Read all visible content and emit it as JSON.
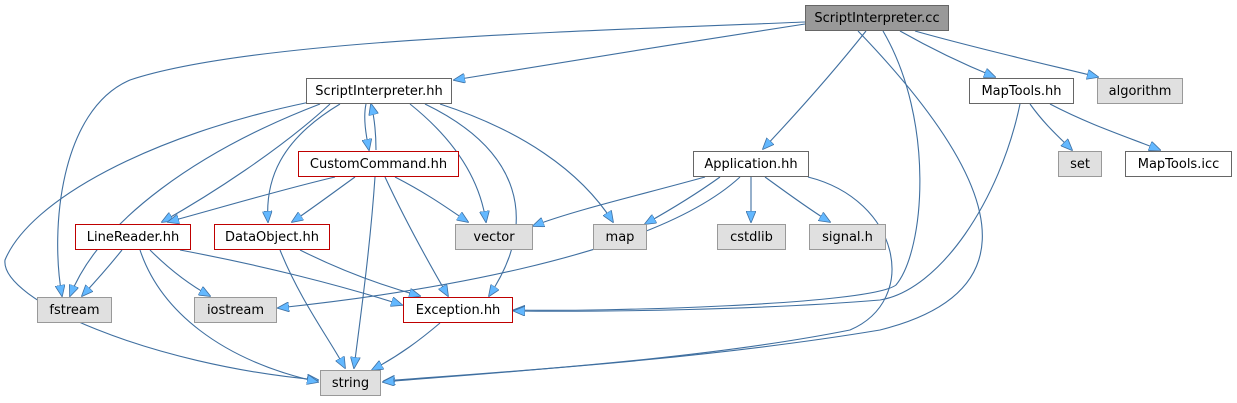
{
  "graph": {
    "nodes": [
      {
        "id": "si_cc",
        "label": "ScriptInterpreter.cc",
        "style": "root"
      },
      {
        "id": "si_hh",
        "label": "ScriptInterpreter.hh",
        "style": "normal"
      },
      {
        "id": "app_hh",
        "label": "Application.hh",
        "style": "normal"
      },
      {
        "id": "maptools_hh",
        "label": "MapTools.hh",
        "style": "normal"
      },
      {
        "id": "algorithm",
        "label": "algorithm",
        "style": "system"
      },
      {
        "id": "custom_hh",
        "label": "CustomCommand.hh",
        "style": "incomplete"
      },
      {
        "id": "set",
        "label": "set",
        "style": "system"
      },
      {
        "id": "maptools_icc",
        "label": "MapTools.icc",
        "style": "normal"
      },
      {
        "id": "linereader_hh",
        "label": "LineReader.hh",
        "style": "incomplete"
      },
      {
        "id": "dataobject_hh",
        "label": "DataObject.hh",
        "style": "incomplete"
      },
      {
        "id": "vector",
        "label": "vector",
        "style": "system"
      },
      {
        "id": "map",
        "label": "map",
        "style": "system"
      },
      {
        "id": "cstdlib",
        "label": "cstdlib",
        "style": "system"
      },
      {
        "id": "signal_h",
        "label": "signal.h",
        "style": "system"
      },
      {
        "id": "fstream",
        "label": "fstream",
        "style": "system"
      },
      {
        "id": "iostream",
        "label": "iostream",
        "style": "system"
      },
      {
        "id": "exception_hh",
        "label": "Exception.hh",
        "style": "incomplete"
      },
      {
        "id": "string",
        "label": "string",
        "style": "system"
      }
    ],
    "colors": {
      "root_fill": "#999999",
      "root_stroke": "#666666",
      "normal_fill": "#ffffff",
      "normal_stroke": "#666666",
      "incomplete_fill": "#ffffff",
      "incomplete_stroke": "#bf0000",
      "system_fill": "#e0e0e0",
      "system_stroke": "#999999",
      "edge": "#3f6fa0",
      "arrowhead": "#63b8ff"
    }
  }
}
